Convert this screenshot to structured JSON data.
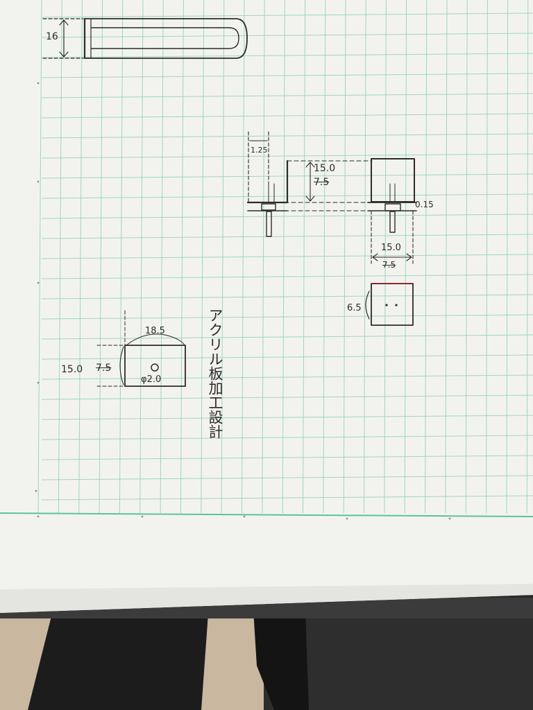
{
  "drawing": {
    "title": "アクリル板加工設計",
    "labels": {
      "height_16": "16",
      "width_1_25": "1.25",
      "height_15_0": "15.0",
      "height_7_5_struck": "7.5",
      "gap_0_15": "0.15",
      "width_15_0": "15.0",
      "width_7_5_struck": "7.5",
      "dim_6_5": "6.5",
      "plate_width": "18.5",
      "plate_height": "15.0",
      "plate_height_struck": "7.5",
      "hole_diameter": "φ2.0"
    }
  },
  "colors": {
    "paper": "#f2f3ef",
    "grid": "#9fd6bd",
    "grid_border": "#5cc39a",
    "ink": "#2b2b2b",
    "floor": "#c9b79f",
    "fabric": "#1c1c1c"
  }
}
